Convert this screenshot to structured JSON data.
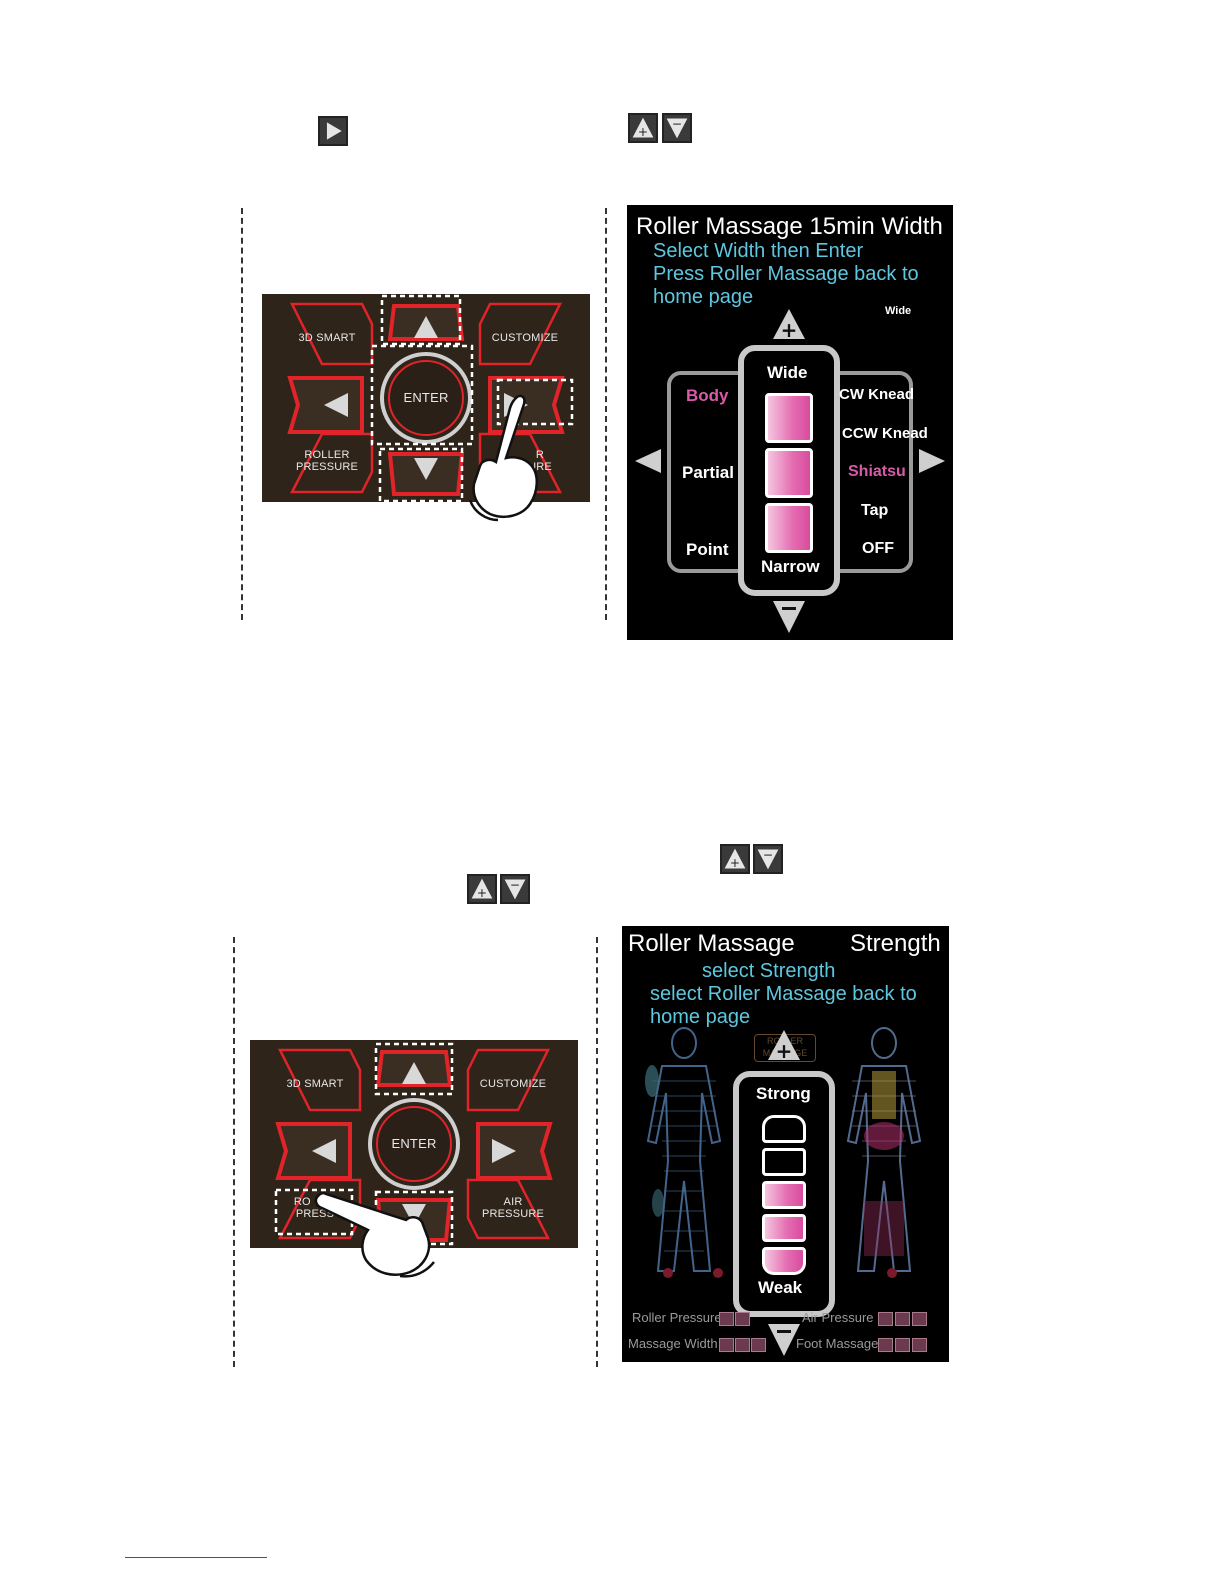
{
  "section1": {
    "remote": {
      "labels": {
        "smart": "3D SMART",
        "customize": "CUSTOMIZE",
        "enter": "ENTER",
        "roller_pressure": "ROLLER\nPRESSURE",
        "air_pressure_partial": "R\nURE"
      }
    },
    "screen": {
      "title": "Roller Massage 15min  Width",
      "instructions": [
        "Select Width then Enter",
        "Press Roller Massage back to",
        "home page"
      ],
      "current_value": "Wide",
      "width_top": "Wide",
      "width_bottom": "Narrow",
      "left_options": [
        {
          "label": "Body",
          "selected": true
        },
        {
          "label": "Partial",
          "selected": false
        },
        {
          "label": "Point",
          "selected": false
        }
      ],
      "right_options": [
        {
          "label": "CW Knead",
          "selected": false
        },
        {
          "label": "CCW Knead",
          "selected": false
        },
        {
          "label": "Shiatsu",
          "selected": true
        },
        {
          "label": "Tap",
          "selected": false
        },
        {
          "label": "OFF",
          "selected": false
        }
      ],
      "width_level": 3,
      "width_max": 3
    }
  },
  "section2": {
    "remote": {
      "labels": {
        "smart": "3D SMART",
        "customize": "CUSTOMIZE",
        "enter": "ENTER",
        "roller_pressure_partial": "RO   ER\nPRESS",
        "air_pressure": "AIR\nPRESSURE"
      }
    },
    "screen": {
      "title_left": "Roller Massage",
      "title_right": "Strength",
      "instructions": [
        "select Strength",
        "select Roller Massage back to",
        "home page"
      ],
      "top_badge": "ROLLER\nMASSAGE",
      "strength_top": "Strong",
      "strength_bottom": "Weak",
      "strength_level": 3,
      "strength_max": 5,
      "status": {
        "roller_pressure": "Roller Pressure",
        "air_pressure": "Air Pressure",
        "massage_width": "Massage Width",
        "foot_massage": "Foot Massage"
      }
    }
  },
  "colors": {
    "panel_bg": "#2e2419",
    "button_red": "#e0242a",
    "screen_bg": "#000000",
    "cyan_text": "#5ec7e0",
    "pink_selected": "#d85aa8"
  }
}
